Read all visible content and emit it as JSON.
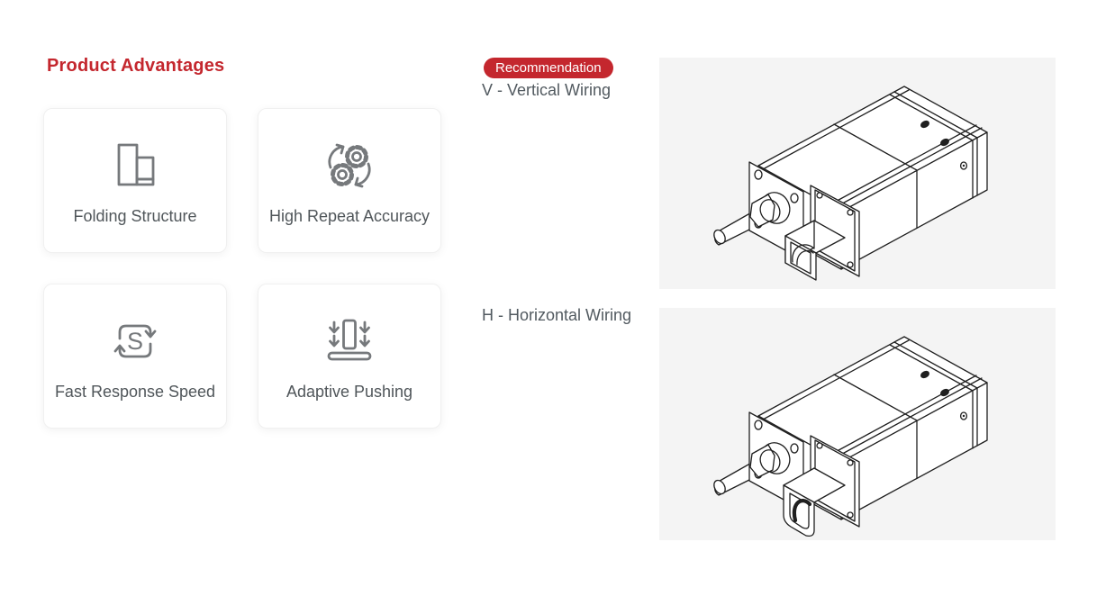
{
  "advantages": {
    "title": "Product Advantages",
    "cards": [
      {
        "label": "Folding Structure",
        "icon": "folding-structure-icon"
      },
      {
        "label": "High Repeat Accuracy",
        "icon": "gears-sync-icon"
      },
      {
        "label": "Fast Response Speed",
        "icon": "s-cycle-arrows-icon"
      },
      {
        "label": "Adaptive Pushing",
        "icon": "push-down-icon"
      }
    ]
  },
  "recommendation": {
    "badge": "Recommendation",
    "vertical_label": "V - Vertical Wiring",
    "horizontal_label": "H - Horizontal Wiring"
  },
  "images": {
    "vertical": "isometric line drawing of actuator with downward cable connector",
    "horizontal": "isometric line drawing of actuator with sideways cable connector"
  },
  "colors": {
    "accent_red": "#c4272e",
    "card_text_gray": "#50565a",
    "label_gray": "#525a60",
    "icon_gray": "#76797c",
    "panel_gray": "#f4f4f4",
    "drawing_line": "#1f1f1f"
  },
  "s_glyph": "S"
}
